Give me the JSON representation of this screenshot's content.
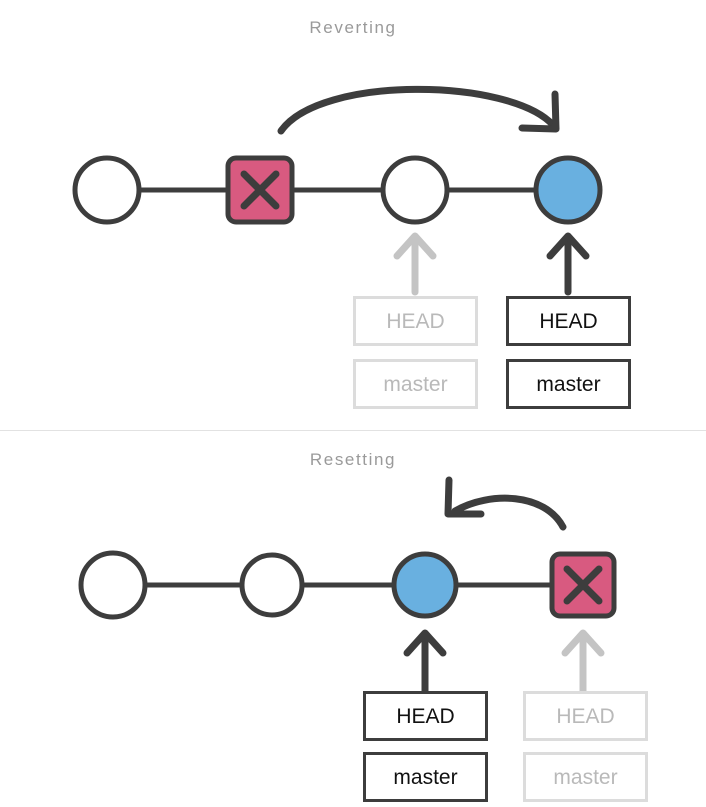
{
  "colors": {
    "background": "#ffffff",
    "stroke_dark": "#3d3d3d",
    "stroke_faded": "#c4c4c4",
    "node_blue": "#69b0e0",
    "node_pink": "#d85a80",
    "node_white": "#ffffff",
    "title_gray": "#9a9a9a",
    "divider": "#e2e2e2",
    "box_faded_border": "#dcdcdc",
    "box_faded_text": "#b9b9b9",
    "box_solid_border": "#3d3d3d",
    "box_solid_text": "#111111"
  },
  "panels": [
    {
      "id": "reverting",
      "title": "Reverting",
      "arc_arrow": {
        "name": "revert-arc-arrow",
        "direction": "left-to-right",
        "from_commit_index": 1,
        "to_commit_index": 3
      },
      "commits": [
        {
          "index": 0,
          "shape": "circle",
          "state": "normal",
          "fill": "#ffffff",
          "glyph": ""
        },
        {
          "index": 1,
          "shape": "square",
          "state": "reverted",
          "fill": "#d85a80",
          "glyph": "x"
        },
        {
          "index": 2,
          "shape": "circle",
          "state": "normal",
          "fill": "#ffffff",
          "glyph": ""
        },
        {
          "index": 3,
          "shape": "circle",
          "state": "current",
          "fill": "#69b0e0",
          "glyph": ""
        }
      ],
      "ref_columns": [
        {
          "name": "before",
          "style": "faded",
          "target_commit_index": 2,
          "arrow_name": "head-pointer-arrow-before",
          "refs": [
            {
              "label": "HEAD"
            },
            {
              "label": "master"
            }
          ]
        },
        {
          "name": "after",
          "style": "solid",
          "target_commit_index": 3,
          "arrow_name": "head-pointer-arrow-after",
          "refs": [
            {
              "label": "HEAD"
            },
            {
              "label": "master"
            }
          ]
        }
      ]
    },
    {
      "id": "resetting",
      "title": "Resetting",
      "arc_arrow": {
        "name": "reset-arc-arrow",
        "direction": "right-to-left",
        "from_commit_index": 3,
        "to_commit_index": 2
      },
      "commits": [
        {
          "index": 0,
          "shape": "circle",
          "state": "normal",
          "fill": "#ffffff",
          "glyph": ""
        },
        {
          "index": 1,
          "shape": "circle",
          "state": "normal",
          "fill": "#ffffff",
          "glyph": ""
        },
        {
          "index": 2,
          "shape": "circle",
          "state": "current",
          "fill": "#69b0e0",
          "glyph": ""
        },
        {
          "index": 3,
          "shape": "square",
          "state": "discarded",
          "fill": "#d85a80",
          "glyph": "x"
        }
      ],
      "ref_columns": [
        {
          "name": "after",
          "style": "solid",
          "target_commit_index": 2,
          "arrow_name": "head-pointer-arrow-after",
          "refs": [
            {
              "label": "HEAD"
            },
            {
              "label": "master"
            }
          ]
        },
        {
          "name": "before",
          "style": "faded",
          "target_commit_index": 3,
          "arrow_name": "head-pointer-arrow-before",
          "refs": [
            {
              "label": "HEAD"
            },
            {
              "label": "master"
            }
          ]
        }
      ]
    }
  ]
}
